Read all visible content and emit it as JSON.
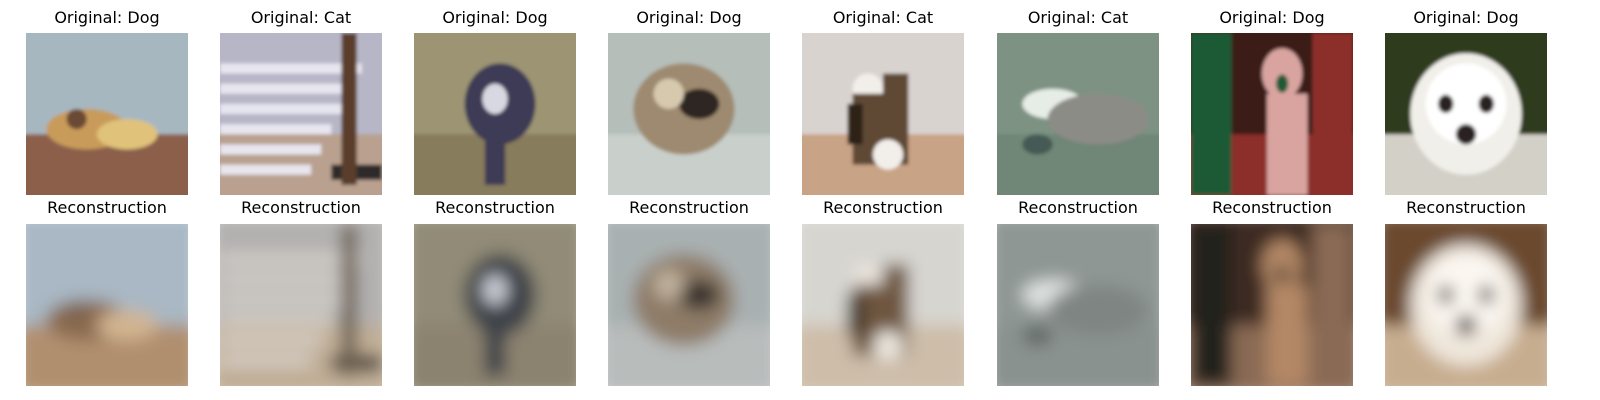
{
  "figure": {
    "columns": [
      {
        "original_title": "Original: Dog",
        "reconstruction_title": "Reconstruction",
        "original": {
          "bg": "#a7b7c0",
          "floor": "#8c5e4c",
          "subject": "#c89b5a",
          "accent": "#e0c27a",
          "dark": "#6b4a35"
        },
        "reconstruction": {
          "bg": "#a9b8c4",
          "floor": "#b08f6e",
          "subject": "#8a6a50",
          "accent": "#d1b490",
          "dark": "#7a6350"
        }
      },
      {
        "original_title": "Original: Cat",
        "reconstruction_title": "Reconstruction",
        "original": {
          "bg": "#b7b6c7",
          "floor": "#b9a08f",
          "subject": "#2f2a2a",
          "accent": "#e7e5ee",
          "dark": "#5a3c2c"
        },
        "reconstruction": {
          "bg": "#b3b1b0",
          "floor": "#c0ad95",
          "subject": "#3a3633",
          "accent": "#d9d4cd",
          "dark": "#6b5e50"
        }
      },
      {
        "original_title": "Original: Dog",
        "reconstruction_title": "Reconstruction",
        "original": {
          "bg": "#9c9473",
          "floor": "#877b5c",
          "subject": "#3e3a55",
          "accent": "#d8d8e2",
          "dark": "#29253a"
        },
        "reconstruction": {
          "bg": "#918b77",
          "floor": "#8c8270",
          "subject": "#3c4248",
          "accent": "#c9ccd3",
          "dark": "#2e3238"
        }
      },
      {
        "original_title": "Original: Dog",
        "reconstruction_title": "Reconstruction",
        "original": {
          "bg": "#b5beb9",
          "floor": "#c9cfca",
          "subject": "#9e8a70",
          "accent": "#d6c9ae",
          "dark": "#2d2722"
        },
        "reconstruction": {
          "bg": "#a9b0b1",
          "floor": "#b8bcbb",
          "subject": "#8e7c68",
          "accent": "#bfb09c",
          "dark": "#3a342e"
        }
      },
      {
        "original_title": "Original: Cat",
        "reconstruction_title": "Reconstruction",
        "original": {
          "bg": "#d9d3d0",
          "floor": "#c9a386",
          "subject": "#5f4a35",
          "accent": "#f2eeea",
          "dark": "#2e2419"
        },
        "reconstruction": {
          "bg": "#d7d5d0",
          "floor": "#cdbda9",
          "subject": "#6e5640",
          "accent": "#ece6df",
          "dark": "#3a2e24"
        }
      },
      {
        "original_title": "Original: Cat",
        "reconstruction_title": "Reconstruction",
        "original": {
          "bg": "#7d9283",
          "floor": "#6f8676",
          "subject": "#8c8c86",
          "accent": "#e6ece6",
          "dark": "#455a55"
        },
        "reconstruction": {
          "bg": "#8f9794",
          "floor": "#8a928f",
          "subject": "#7f8582",
          "accent": "#dfe3e1",
          "dark": "#5f6664"
        }
      },
      {
        "original_title": "Original: Dog",
        "reconstruction_title": "Reconstruction",
        "original": {
          "bg": "#3a1a16",
          "floor": "#8c2f2a",
          "subject": "#d9a4a0",
          "accent": "#f3d7d0",
          "dark": "#1f5a35"
        },
        "reconstruction": {
          "bg": "#3c2b22",
          "floor": "#8a6a55",
          "subject": "#b48866",
          "accent": "#e9dccb",
          "dark": "#24201c"
        }
      },
      {
        "original_title": "Original: Dog",
        "reconstruction_title": "Reconstruction",
        "original": {
          "bg": "#2e3a1e",
          "floor": "#d3d0c8",
          "subject": "#f1efe9",
          "accent": "#ffffff",
          "dark": "#2a2420"
        },
        "reconstruction": {
          "bg": "#6b4a2e",
          "floor": "#c7ad90",
          "subject": "#efe7dc",
          "accent": "#fbf7f1",
          "dark": "#3a2c22"
        }
      }
    ]
  }
}
